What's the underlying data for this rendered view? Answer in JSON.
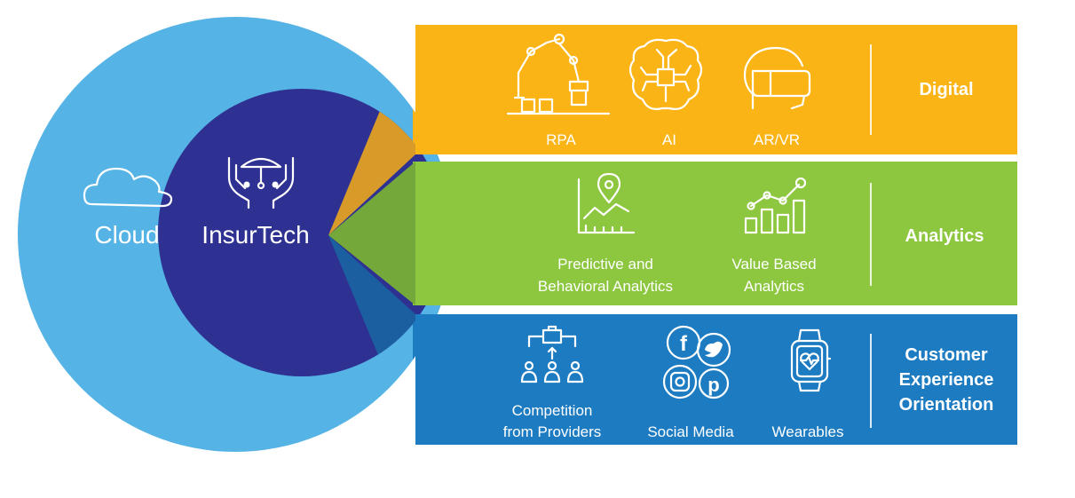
{
  "colors": {
    "outer_ring": "#55b3e5",
    "inner_circle": "#2e3192",
    "digital_band": "#fbb416",
    "digital_wedge": "#d89b2a",
    "analytics_band": "#8dc63f",
    "analytics_wedge": "#74a83a",
    "customer_band": "#1d7bc1",
    "customer_wedge": "#1b5fa0",
    "text": "#ffffff"
  },
  "hub": {
    "outer_label": "Cloud",
    "outer_icon": "cloud-icon",
    "inner_label": "InsurTech",
    "inner_icon": "insurance-hands-icon"
  },
  "bands": [
    {
      "category": [
        "Digital"
      ],
      "items": [
        {
          "label": [
            "RPA"
          ],
          "icon": "robotic-arm-icon"
        },
        {
          "label": [
            "AI"
          ],
          "icon": "brain-chip-icon"
        },
        {
          "label": [
            "AR/VR"
          ],
          "icon": "vr-headset-icon"
        }
      ]
    },
    {
      "category": [
        "Analytics"
      ],
      "items": [
        {
          "label": [
            "Predictive and",
            "Behavioral Analytics"
          ],
          "icon": "location-chart-icon"
        },
        {
          "label": [
            "Value Based",
            "Analytics"
          ],
          "icon": "bar-chart-icon"
        }
      ]
    },
    {
      "category": [
        "Customer",
        "Experience",
        "Orientation"
      ],
      "items": [
        {
          "label": [
            "Competition",
            "from Providers"
          ],
          "icon": "provider-network-icon"
        },
        {
          "label": [
            "Social Media"
          ],
          "icon": "social-media-icon"
        },
        {
          "label": [
            "Wearables"
          ],
          "icon": "smartwatch-icon"
        }
      ]
    }
  ]
}
